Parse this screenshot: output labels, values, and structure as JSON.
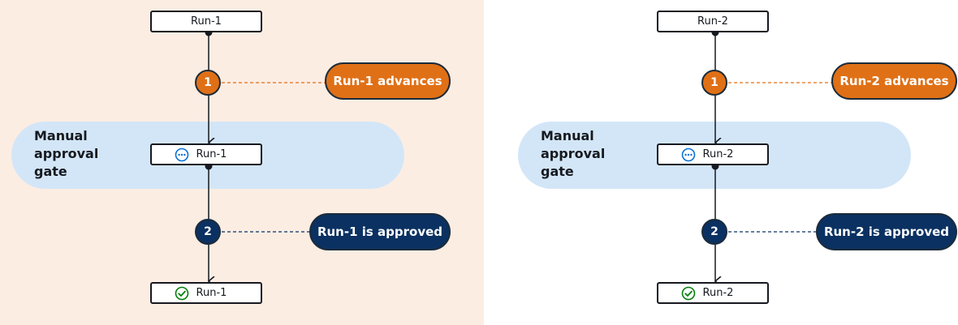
{
  "colors": {
    "left_background": "#fcede3",
    "right_background": "#ffffff",
    "gate_band": "#d3e6f7",
    "step_advance": "#e07016",
    "step_approve": "#0a3161",
    "in_progress_icon": "#0972d3",
    "success_icon": "#037f0c",
    "outline": "#16191f"
  },
  "panels": [
    {
      "run_name": "Run-1",
      "gate_label_lines": [
        "Manual",
        "approval",
        "gate"
      ],
      "step_1": {
        "number": "1",
        "label": "Run-1 advances"
      },
      "step_2": {
        "number": "2",
        "label": "Run-1 is approved"
      },
      "gate_node_icon": "in-progress-icon",
      "final_node_icon": "success-check-icon"
    },
    {
      "run_name": "Run-2",
      "gate_label_lines": [
        "Manual",
        "approval",
        "gate"
      ],
      "step_1": {
        "number": "1",
        "label": "Run-2 advances"
      },
      "step_2": {
        "number": "2",
        "label": "Run-2 is approved"
      },
      "gate_node_icon": "in-progress-icon",
      "final_node_icon": "success-check-icon"
    }
  ]
}
